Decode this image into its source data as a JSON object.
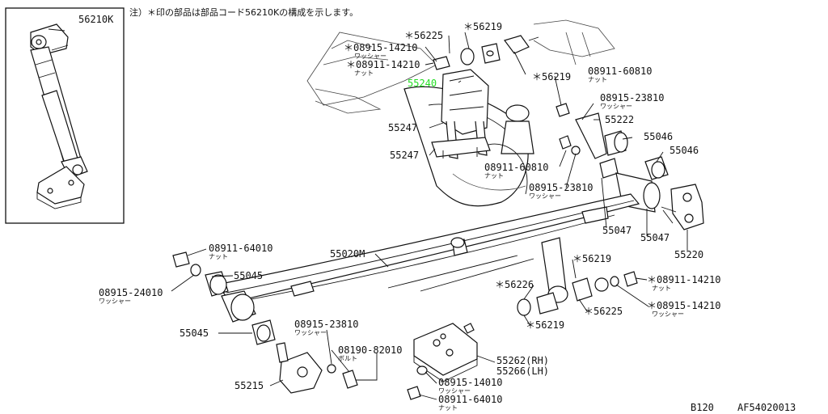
{
  "note": "注）＊印の部品は部品コード56210Kの構成を示します。",
  "inset_label": "56210K",
  "catalog": {
    "model": "B120",
    "code": "AF54020013"
  },
  "highlight_color": "#22dd22",
  "callouts": [
    {
      "id": "c1",
      "num": "＊56225"
    },
    {
      "id": "c2",
      "num": "＊56219"
    },
    {
      "id": "c3",
      "num": "＊08915-14210",
      "sub": "ワッシャー"
    },
    {
      "id": "c4",
      "num": "＊08911-14210",
      "sub": "ナット"
    },
    {
      "id": "c5",
      "num": "55240",
      "highlighted": true
    },
    {
      "id": "c6",
      "num": "＊56219"
    },
    {
      "id": "c7",
      "num": "08911-60810",
      "sub": "ナット"
    },
    {
      "id": "c8",
      "num": "08915-23810",
      "sub": "ワッシャー"
    },
    {
      "id": "c9",
      "num": "55222"
    },
    {
      "id": "c10",
      "num": "55046"
    },
    {
      "id": "c11",
      "num": "55046"
    },
    {
      "id": "c12",
      "num": "55247"
    },
    {
      "id": "c13",
      "num": "55247"
    },
    {
      "id": "c14",
      "num": "08911-60810",
      "sub": "ナット"
    },
    {
      "id": "c15",
      "num": "08915-23810",
      "sub": "ワッシャー"
    },
    {
      "id": "c16",
      "num": "55047"
    },
    {
      "id": "c17",
      "num": "55047"
    },
    {
      "id": "c18",
      "num": "55220"
    },
    {
      "id": "c19",
      "num": "08911-64010",
      "sub": "ナット"
    },
    {
      "id": "c20",
      "num": "55020M"
    },
    {
      "id": "c21",
      "num": "55045"
    },
    {
      "id": "c22",
      "num": "08915-24010",
      "sub": "ワッシャー"
    },
    {
      "id": "c23",
      "num": "＊56219"
    },
    {
      "id": "c24",
      "num": "＊56226"
    },
    {
      "id": "c25",
      "num": "＊08911-14210",
      "sub": "ナット"
    },
    {
      "id": "c26",
      "num": "＊56225"
    },
    {
      "id": "c27",
      "num": "＊08915-14210",
      "sub": "ワッシャー"
    },
    {
      "id": "c28",
      "num": "＊56219"
    },
    {
      "id": "c29",
      "num": "55045"
    },
    {
      "id": "c30",
      "num": "08915-23810",
      "sub": "ワッシャー"
    },
    {
      "id": "c31",
      "num": "08190-82010",
      "sub": "ボルト"
    },
    {
      "id": "c32",
      "num": "55262(RH)"
    },
    {
      "id": "c33",
      "num": "55266(LH)"
    },
    {
      "id": "c34",
      "num": "55215"
    },
    {
      "id": "c35",
      "num": "08915-14010",
      "sub": "ワッシャー"
    },
    {
      "id": "c36",
      "num": "08911-64010",
      "sub": "ナット"
    }
  ]
}
